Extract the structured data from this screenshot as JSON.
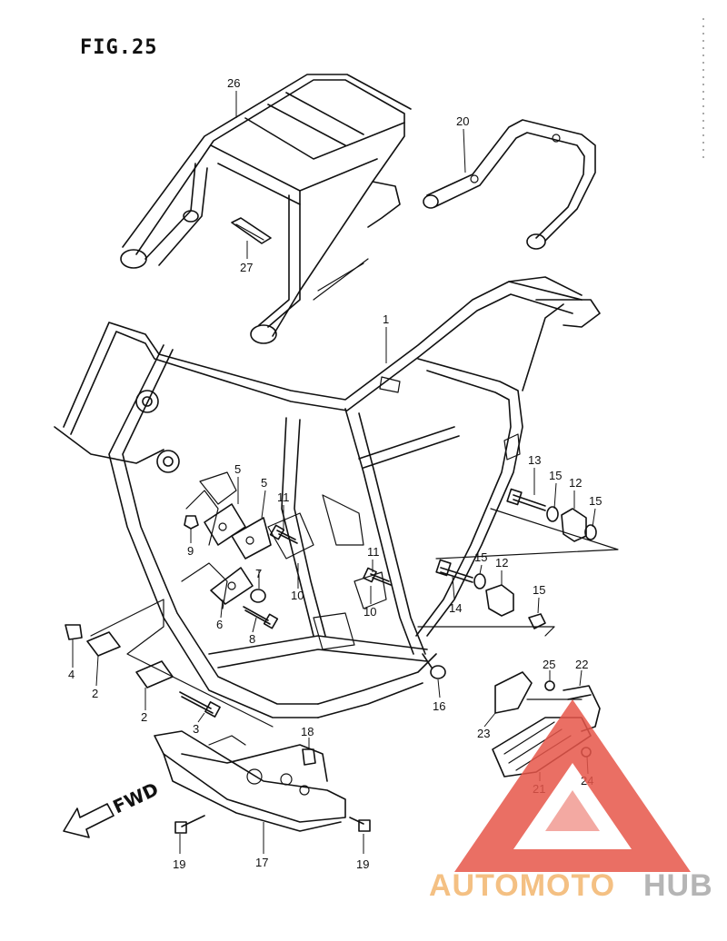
{
  "figure": {
    "title": "FIG.25",
    "fwd_label": "FWD"
  },
  "callouts": {
    "c1": "1",
    "c2a": "2",
    "c2b": "2",
    "c3": "3",
    "c4": "4",
    "c5a": "5",
    "c5b": "5",
    "c6": "6",
    "c7": "7",
    "c8": "8",
    "c9": "9",
    "c10a": "10",
    "c10b": "10",
    "c11a": "11",
    "c11b": "11",
    "c12a": "12",
    "c12b": "12",
    "c13": "13",
    "c14": "14",
    "c15a": "15",
    "c15b": "15",
    "c15c": "15",
    "c15d": "15",
    "c16": "16",
    "c17": "17",
    "c18": "18",
    "c19a": "19",
    "c19b": "19",
    "c20": "20",
    "c21": "21",
    "c22": "22",
    "c23": "23",
    "c24": "24",
    "c25": "25",
    "c26": "26",
    "c27": "27"
  },
  "watermark": {
    "part1": "AUTOMOTO",
    "part2": "HUB",
    "color_red": "#e7564a",
    "color_orange": "#f3b66e",
    "color_gray": "#a9a9a9"
  }
}
